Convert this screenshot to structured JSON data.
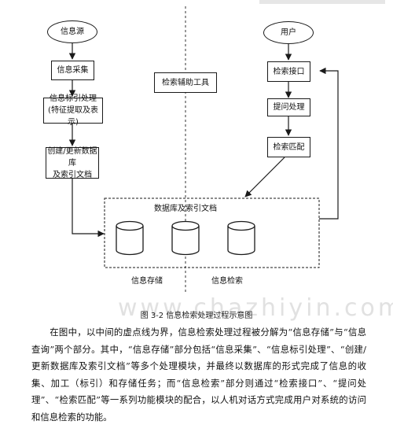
{
  "diagram": {
    "left": {
      "source": "信息源",
      "collect": "信息采集",
      "index_process": "信息标引处理\n(特征提取及表示)",
      "create_db": "创建/更新数据库\n及索引文档"
    },
    "right": {
      "user": "用户",
      "search_interface": "检索接口",
      "query_process": "提问处理",
      "search_match": "检索匹配"
    },
    "center_tool": "检索辅助工具",
    "db_box_title": "数据库及索引文档",
    "section_left": "信息存储",
    "section_right": "信息检索"
  },
  "caption": "图 3-2   信息检索处理过程示意图",
  "watermark": "www.chazhiyin.com",
  "paragraph": "在图中，以中间的虚点线为界，信息检索处理过程被分解为“信息存储”与“信息查询”两个部分。其中，“信息存储”部分包括“信息采集”、“信息标引处理”、“创建/更新数据库及索引文档”等多个处理模块，并最终以数据库的形式完成了信息的收集、加工（标引）和存储任务；而“信息检索”部分则通过“检索接口”、“提问处理”、“检索匹配”等一系列功能模块的配合，以人机对话方式完成用户对系统的访问和信息检索的功能。"
}
